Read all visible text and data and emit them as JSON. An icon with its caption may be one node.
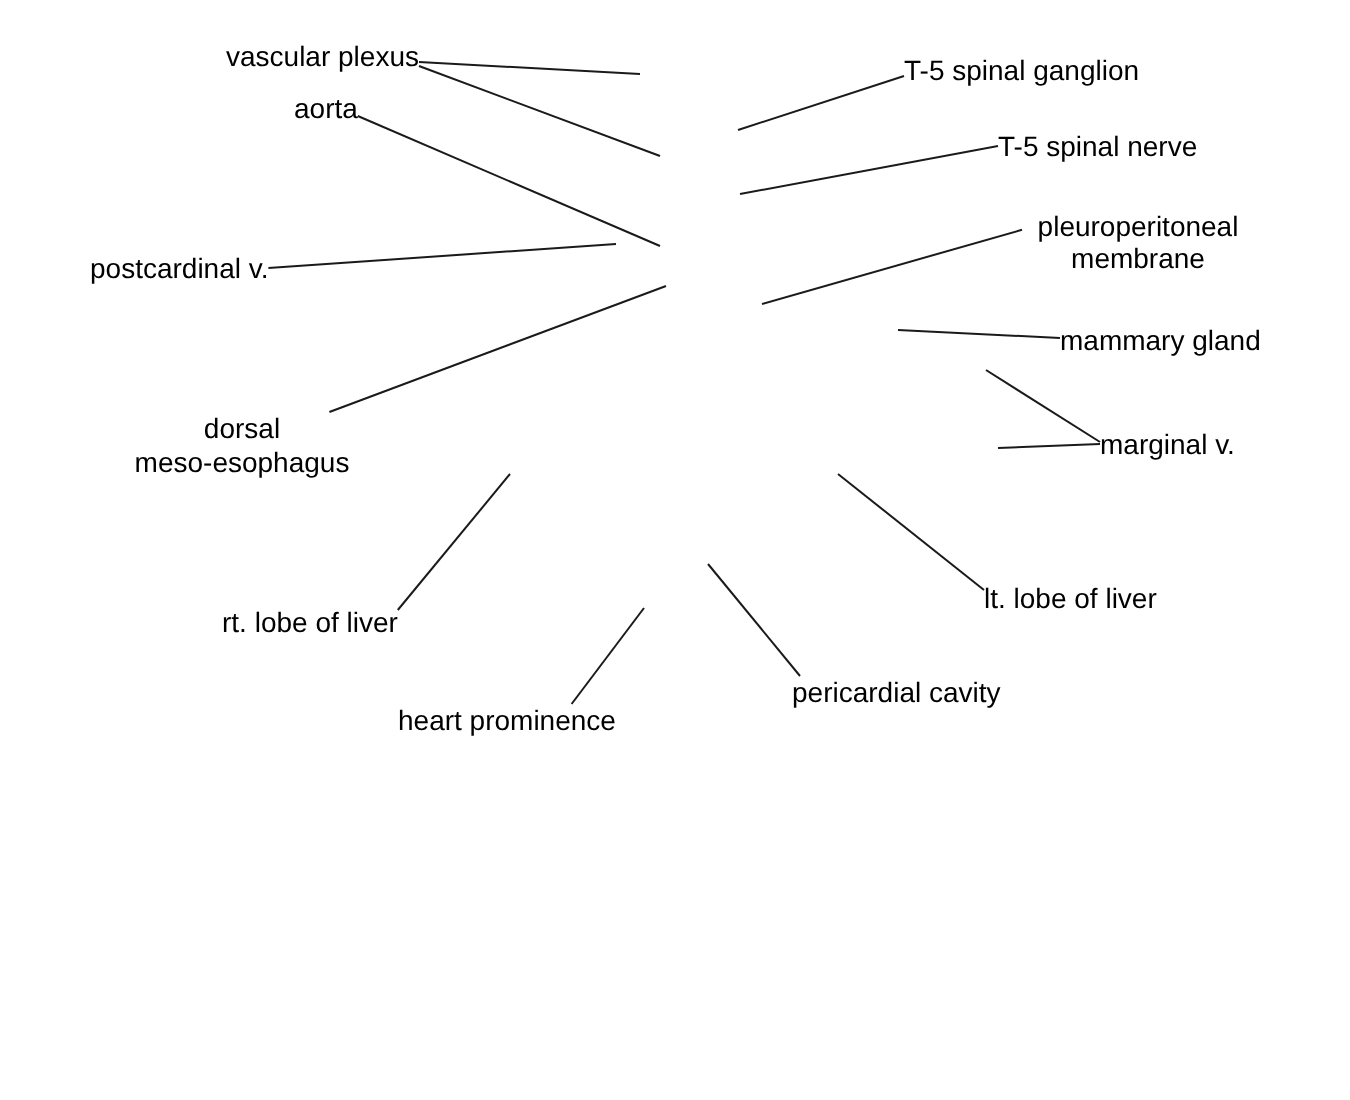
{
  "diagram": {
    "nodes": [
      {
        "text": [
          "vascular plexus"
        ]
      },
      {
        "text": [
          "T-5 spinal ganglion"
        ]
      },
      {
        "text": [
          "aorta"
        ]
      },
      {
        "text": [
          "T-5 spinal nerve"
        ]
      },
      {
        "text": [
          "pleuroperitoneal membrane"
        ]
      },
      {
        "text": [
          "postcardinal v."
        ]
      },
      {
        "text": [
          "mammary gland"
        ]
      },
      {
        "text": [
          "dorsal meso-esophagus"
        ]
      },
      {
        "text": [
          "marginal v."
        ]
      },
      {
        "text": [
          "lt. lobe of liver"
        ]
      },
      {
        "text": [
          "rt. lobe of liver"
        ]
      },
      {
        "text": [
          "pericardial cavity"
        ]
      },
      {
        "text": [
          "heart prominence"
        ]
      }
    ],
    "edges": [
      {
        "from": 0,
        "to": null,
        "arrow": "none"
      },
      {
        "from": 0,
        "to": null,
        "arrow": "none"
      },
      {
        "from": 1,
        "to": null,
        "arrow": "none"
      },
      {
        "from": 2,
        "to": null,
        "arrow": "none"
      },
      {
        "from": 3,
        "to": null,
        "arrow": "none"
      },
      {
        "from": 4,
        "to": null,
        "arrow": "none"
      },
      {
        "from": 5,
        "to": null,
        "arrow": "none"
      },
      {
        "from": 6,
        "to": null,
        "arrow": "none"
      },
      {
        "from": 7,
        "to": null,
        "arrow": "none"
      },
      {
        "from": 8,
        "to": null,
        "arrow": "none"
      },
      {
        "from": 8,
        "to": null,
        "arrow": "none"
      },
      {
        "from": 9,
        "to": null,
        "arrow": "none"
      },
      {
        "from": 10,
        "to": null,
        "arrow": "none"
      },
      {
        "from": 11,
        "to": null,
        "arrow": "none"
      },
      {
        "from": 12,
        "to": null,
        "arrow": "none"
      }
    ]
  }
}
